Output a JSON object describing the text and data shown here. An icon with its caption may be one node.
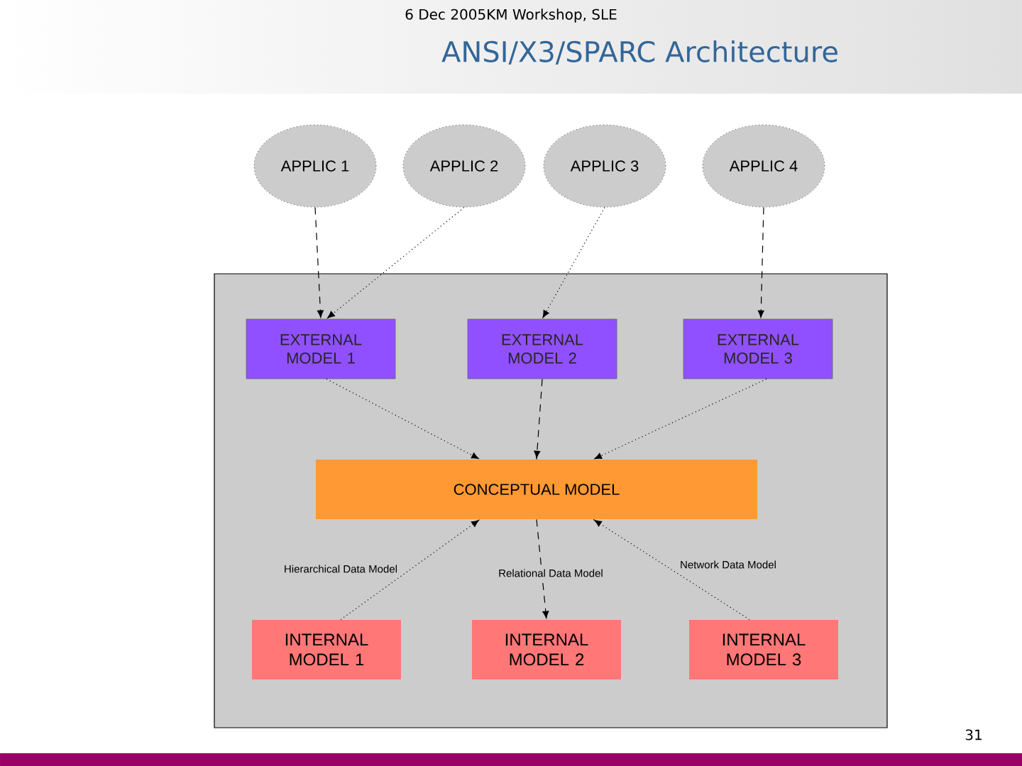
{
  "diagram": {
    "title": "ANSI/X3/SPARC Architecture",
    "nodes": [
      {
        "text": [
          "APPLIC 1"
        ]
      },
      {
        "text": [
          "APPLIC 2"
        ]
      },
      {
        "text": [
          "APPLIC 3"
        ]
      },
      {
        "text": [
          "APPLIC 4"
        ]
      },
      {
        "text": [
          "EXTERNAL MODEL 1"
        ]
      },
      {
        "text": [
          "EXTERNAL MODEL 2"
        ]
      },
      {
        "text": [
          "EXTERNAL MODEL 3"
        ]
      },
      {
        "text": [
          "CONCEPTUAL MODEL"
        ]
      },
      {
        "text": [
          "INTERNAL MODEL 1"
        ]
      },
      {
        "text": [
          "INTERNAL MODEL 2"
        ]
      },
      {
        "text": [
          "INTERNAL MODEL 3"
        ]
      }
    ],
    "edges": [
      {
        "from": 0,
        "to": 4,
        "arrow": "to",
        "style": "dashed"
      },
      {
        "from": 1,
        "to": 4,
        "arrow": "to"
      },
      {
        "from": 2,
        "to": 5,
        "arrow": "to"
      },
      {
        "from": 3,
        "to": 6,
        "arrow": "to",
        "style": "dashed"
      },
      {
        "from": 4,
        "to": 7,
        "arrow": "to"
      },
      {
        "from": 5,
        "to": 7,
        "arrow": "to",
        "style": "dashed"
      },
      {
        "from": 6,
        "to": 7,
        "arrow": "to"
      },
      {
        "from": 8,
        "to": 7,
        "arrow": "to",
        "label": "Hierarchical Data Model"
      },
      {
        "from": 7,
        "to": 9,
        "arrow": "to",
        "style": "dashed",
        "label": "Relational Data Model"
      },
      {
        "from": 10,
        "to": 7,
        "arrow": "to",
        "label": "Network Data Model"
      }
    ],
    "labels": [
      "6 Dec 2005KM Workshop, SLE",
      "31"
    ]
  }
}
